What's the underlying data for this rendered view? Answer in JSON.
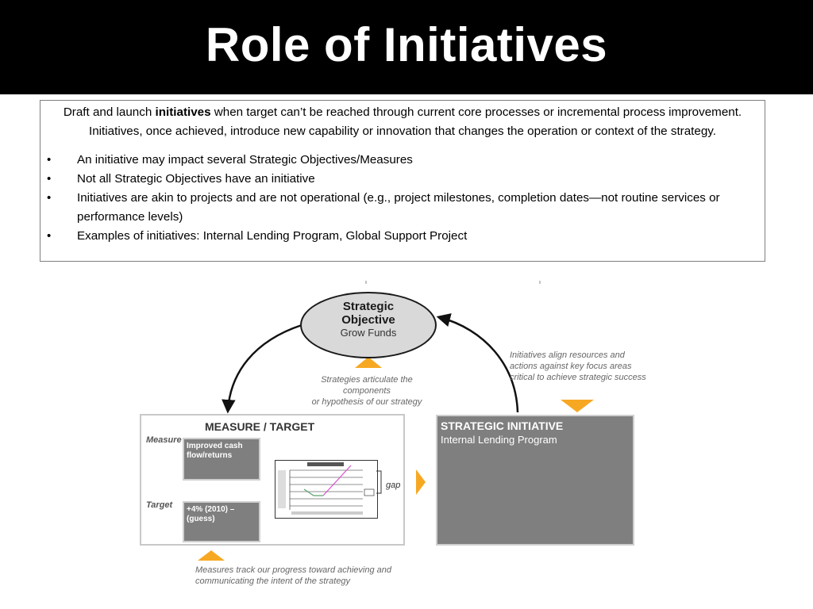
{
  "title": "Role of Initiatives",
  "intro": {
    "pre": "Draft and  launch ",
    "bold": "initiatives",
    "post": " when target can’t be reached through current core processes or incremental process improvement. Initiatives, once achieved, introduce new capability or innovation that changes the operation or context of the strategy."
  },
  "bullet_glyph": "•",
  "bullets": [
    "An initiative may impact several Strategic Objectives/Measures",
    "Not all Strategic Objectives have an initiative",
    "Initiatives are akin to projects and are not operational (e.g., project milestones, completion dates—not routine services or performance levels)",
    "Examples of initiatives: Internal Lending Program, Global Support Project"
  ],
  "diagram": {
    "objective": {
      "line1": "Strategic",
      "line2": "Objective",
      "sub": "Grow Funds"
    },
    "strategies_note": [
      "Strategies articulate the components",
      "or hypothesis of our strategy"
    ],
    "initiatives_note": [
      "Initiatives align resources and",
      "actions against key focus areas",
      "critical to achieve  strategic success"
    ],
    "measures_note": [
      "Measures track our progress toward  achieving and",
      "communicating the intent of the strategy"
    ],
    "measure_box": {
      "title": "MEASURE / TARGET",
      "measure_label": "Measure",
      "target_label": "Target",
      "measure_value": "Improved cash flow/returns",
      "target_value": "+4% (2010) – (guess)",
      "gap_label": "gap"
    },
    "initiative_box": {
      "title": "STRATEGIC INITIATIVE",
      "sub": "Internal Lending Program"
    },
    "colors": {
      "arrow_orange": "#f7a823",
      "box_grey": "#7f7f7f",
      "ellipse_fill": "#d9d9d9",
      "line_green": "#5ba36b",
      "line_pink": "#d84fd0"
    }
  }
}
